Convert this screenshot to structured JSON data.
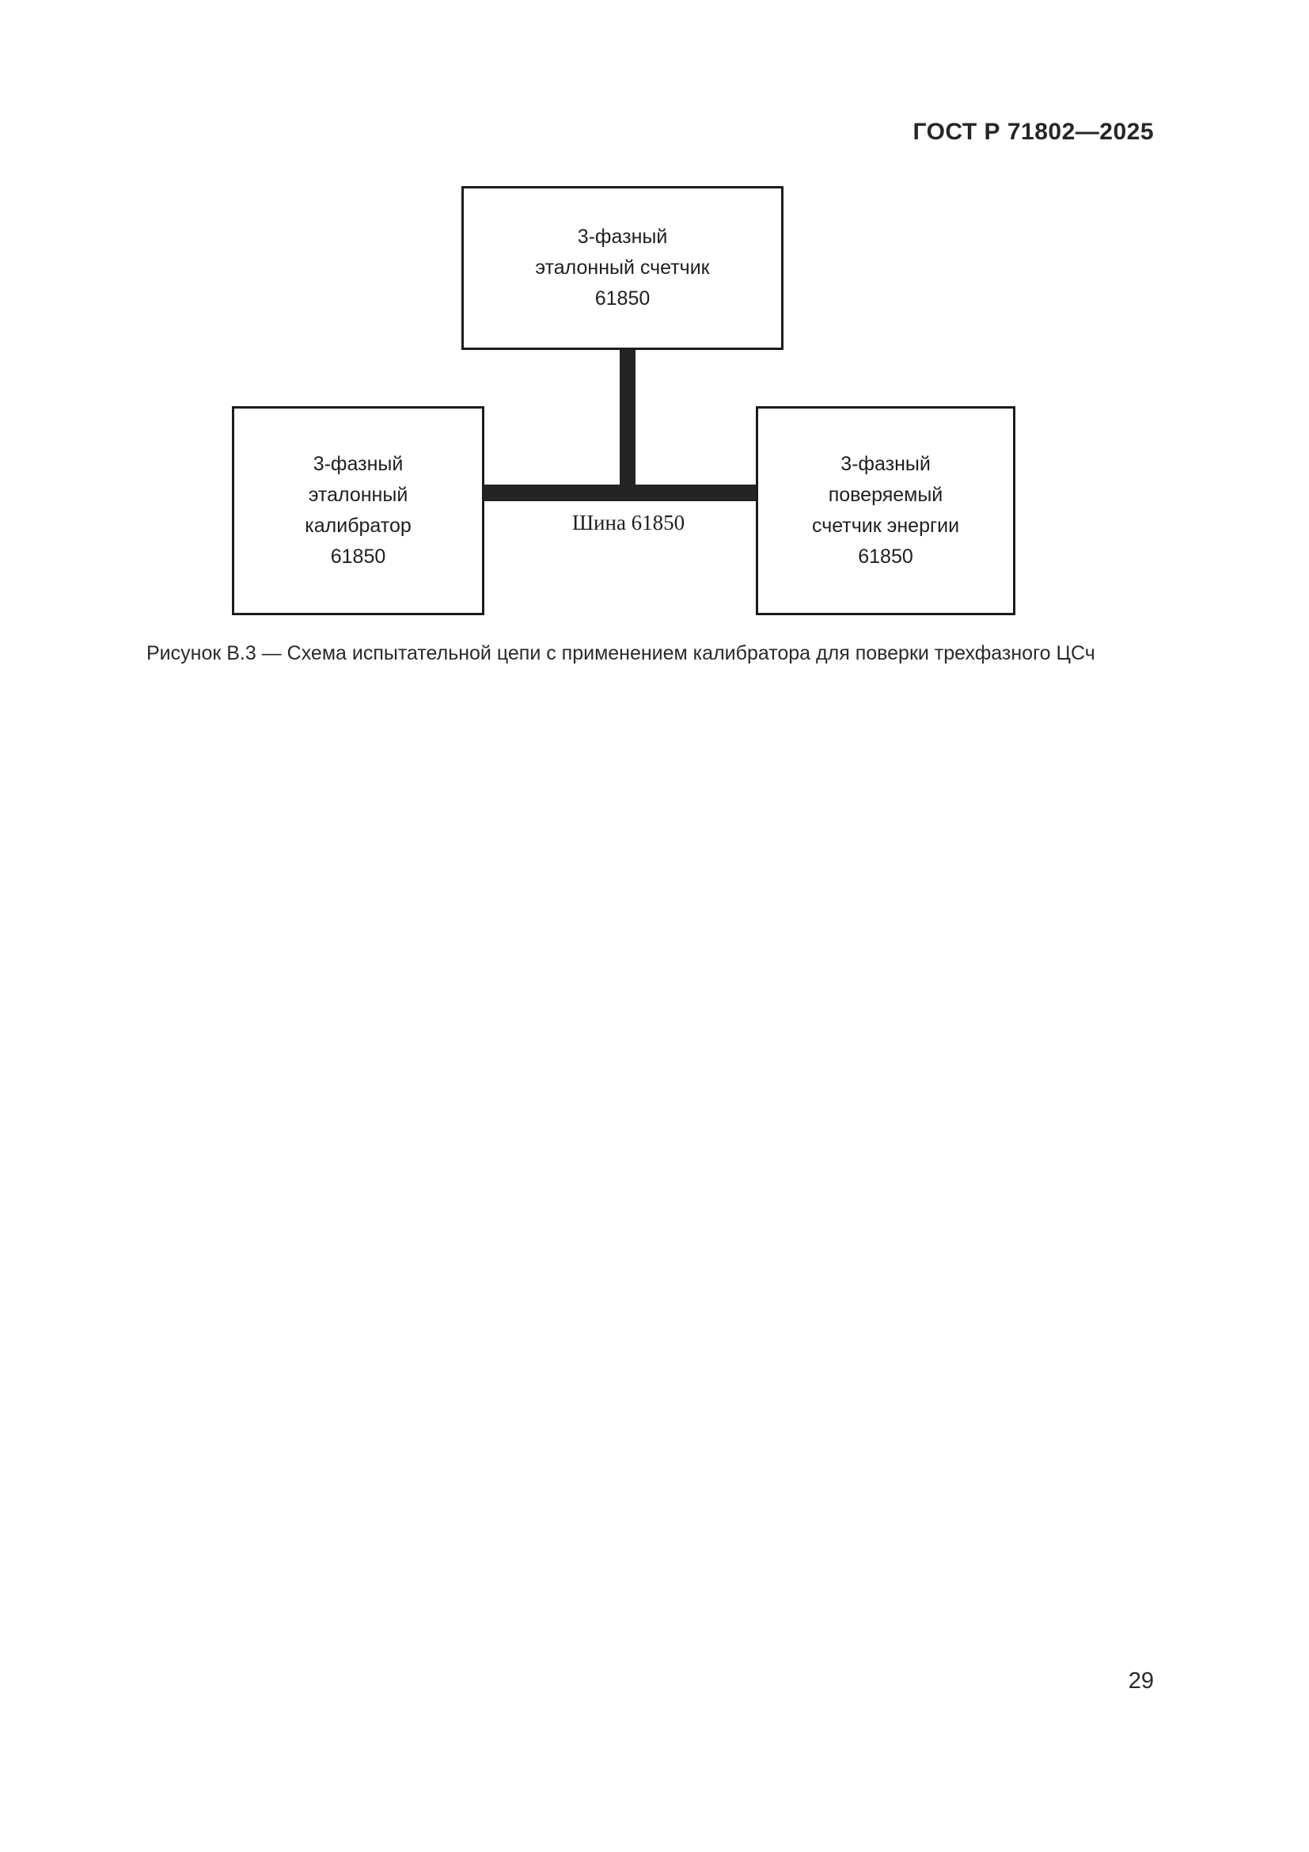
{
  "page": {
    "header": "ГОСТ Р 71802—2025",
    "page_number": "29",
    "background_color": "#ffffff",
    "ink_color": "#222222"
  },
  "figure": {
    "caption": "Рисунок В.3 — Схема испытательной цепи с применением калибратора для поверки трехфазного ЦСч",
    "bus_label": "Шина 61850",
    "boxes": {
      "reference_meter": {
        "lines": [
          "3-фазный",
          "эталонный счетчик",
          "61850"
        ]
      },
      "reference_calibrator": {
        "lines": [
          "3-фазный",
          "эталонный",
          "калибратор",
          "61850"
        ]
      },
      "meter_under_test": {
        "lines": [
          "3-фазный",
          "поверяемый",
          "счетчик энергии",
          "61850"
        ]
      }
    }
  }
}
